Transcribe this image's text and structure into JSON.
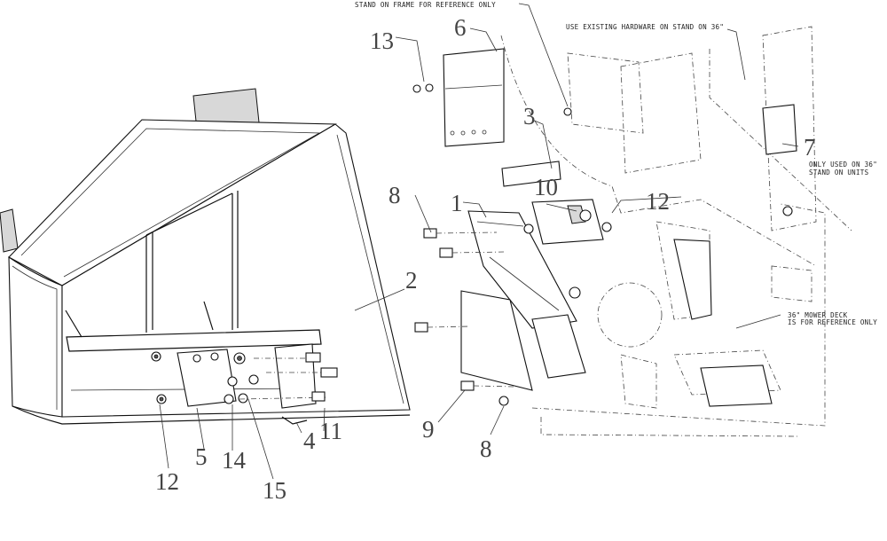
{
  "callouts": {
    "c1": "1",
    "c2": "2",
    "c3": "3",
    "c4": "4",
    "c5": "5",
    "c6": "6",
    "c7": "7",
    "c8a": "8",
    "c8b": "8",
    "c9": "9",
    "c10": "10",
    "c11": "11",
    "c12a": "12",
    "c12b": "12",
    "c13": "13",
    "c14": "14",
    "c15": "15"
  },
  "notes": {
    "frame_ref": "STAND ON FRAME FOR REFERENCE ONLY",
    "hardware": "USE EXISTING HARDWARE ON STAND ON 36\"",
    "only_used_1": "ONLY USED ON 36\"",
    "only_used_2": "STAND ON UNITS",
    "deck_1": "36\" MOWER DECK",
    "deck_2": "IS FOR REFERENCE ONLY"
  }
}
